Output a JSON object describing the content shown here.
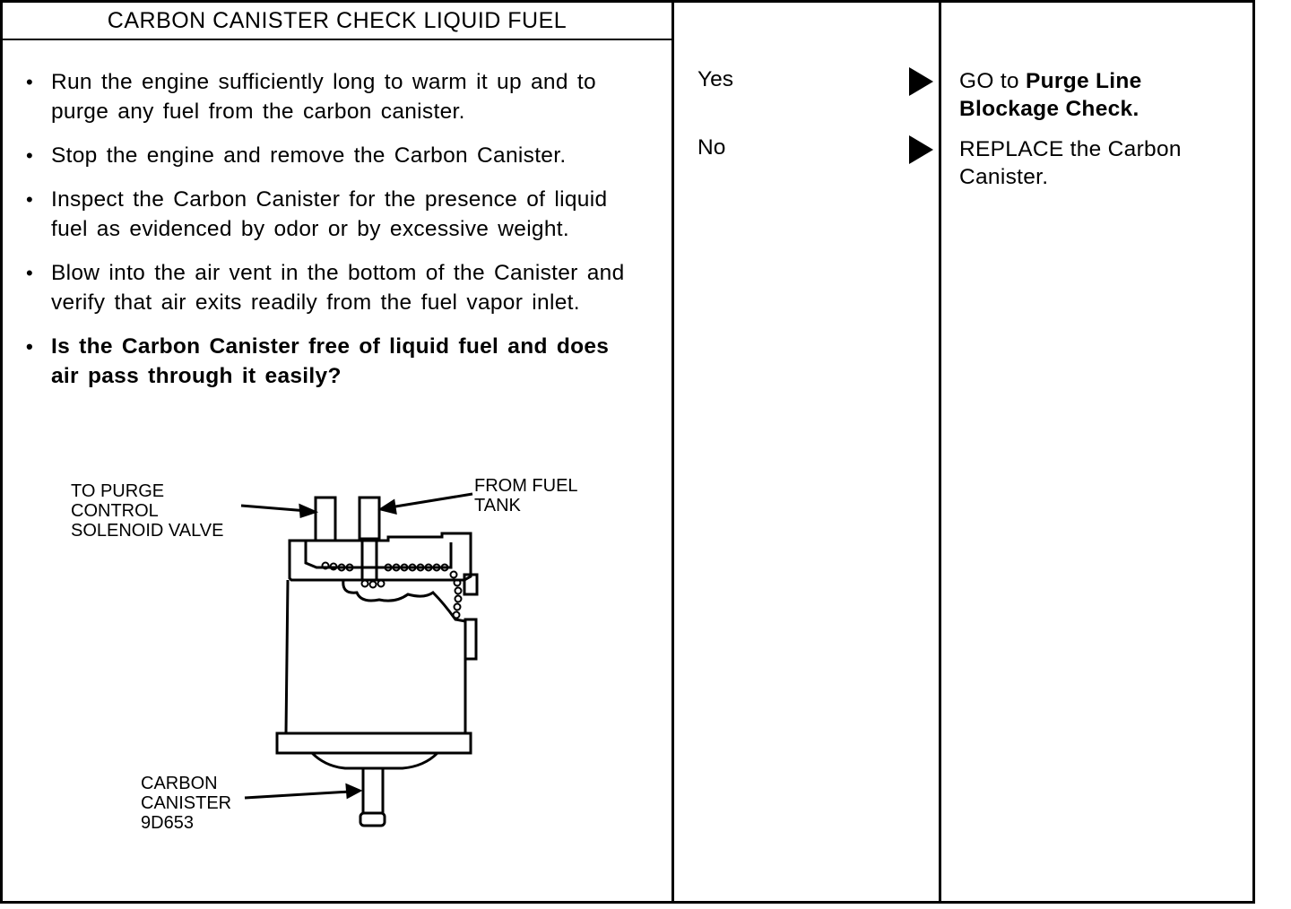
{
  "title": "CARBON CANISTER CHECK LIQUID FUEL",
  "steps": [
    "Run the engine sufficiently long to warm it up and to purge any fuel from the carbon canister.",
    "Stop the engine and remove the Carbon Canister.",
    "Inspect the Carbon Canister for the presence of liquid fuel as evidenced by odor or by excessive weight.",
    "Blow into the air vent in the bottom of the Canister and verify that air exits readily from the fuel vapor inlet."
  ],
  "question": "Is the Carbon Canister free of liquid fuel and does air pass through it easily?",
  "bullet": "•",
  "diagram": {
    "label_purge_1": "TO PURGE",
    "label_purge_2": "CONTROL",
    "label_purge_3": "SOLENOID VALVE",
    "label_fuel_1": "FROM FUEL",
    "label_fuel_2": "TANK",
    "label_canister_1": "CARBON",
    "label_canister_2": "CANISTER",
    "label_canister_3": "9D653"
  },
  "answers": {
    "yes": {
      "label": "Yes",
      "action_prefix": "GO to",
      "action_bold": "Purge Line Blockage Check."
    },
    "no": {
      "label": "No",
      "action": "REPLACE the Carbon Canister."
    }
  }
}
